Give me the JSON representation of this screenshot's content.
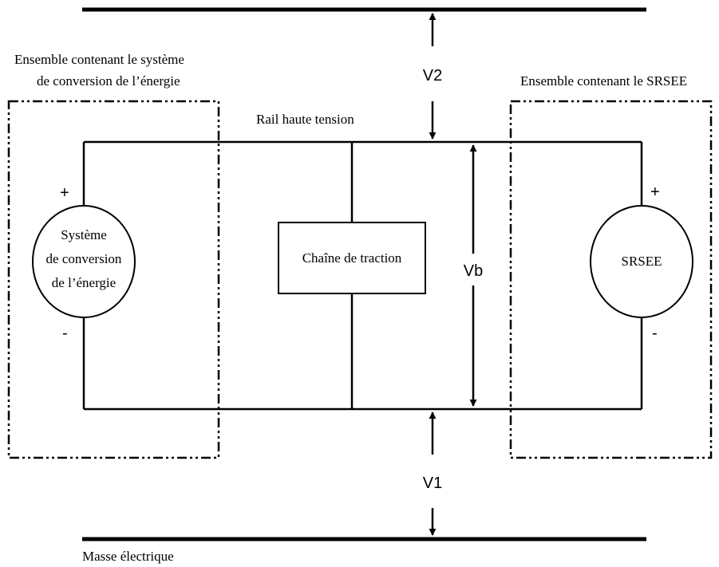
{
  "group_left": {
    "title_line1": "Ensemble contenant le système",
    "title_line2": "de conversion de l’énergie"
  },
  "group_right": {
    "title": "Ensemble contenant le SRSEE"
  },
  "rail": {
    "label": "Rail haute tension"
  },
  "source_left": {
    "line1": "Système",
    "line2": "de conversion",
    "line3": "de l’énergie",
    "plus": "+",
    "minus": "-"
  },
  "source_right": {
    "label": "SRSEE",
    "plus": "+",
    "minus": "-"
  },
  "traction": {
    "label": "Chaîne de traction"
  },
  "voltages": {
    "v2": "V2",
    "vb": "Vb",
    "v1": "V1"
  },
  "ground": {
    "label": "Masse électrique"
  }
}
